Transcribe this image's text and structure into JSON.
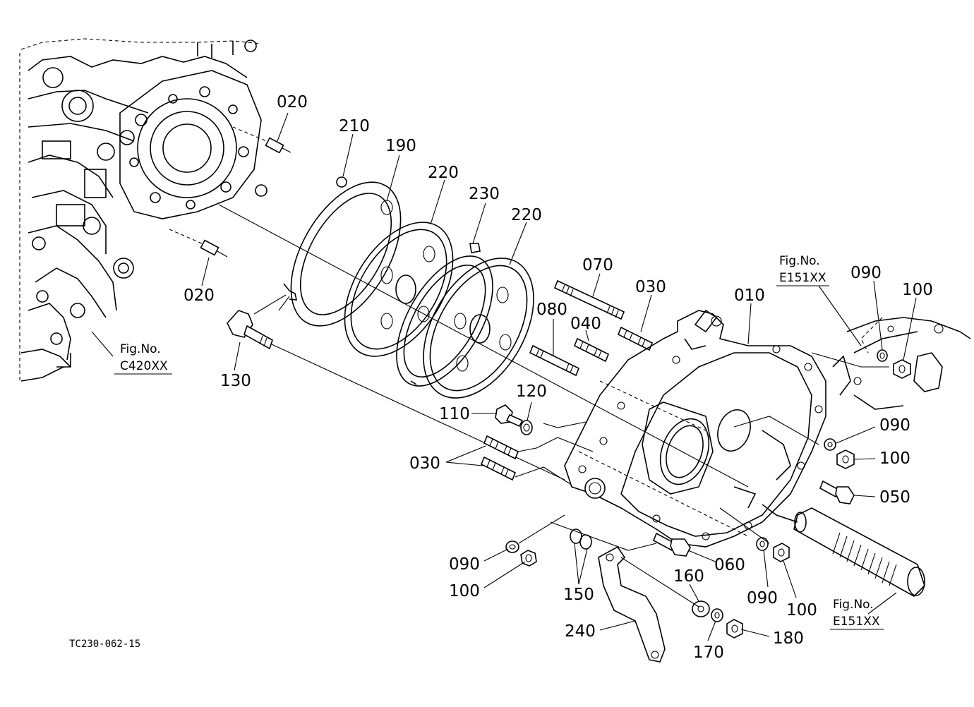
{
  "diagram": {
    "drawing_code": "TC230-062-15",
    "part_labels": {
      "p010": "010",
      "p020a": "020",
      "p020b": "020",
      "p030a": "030",
      "p030b": "030",
      "p040": "040",
      "p050": "050",
      "p060": "060",
      "p070": "070",
      "p080": "080",
      "p090a": "090",
      "p090b": "090",
      "p090c": "090",
      "p090d": "090",
      "p100a": "100",
      "p100b": "100",
      "p100c": "100",
      "p100d": "100",
      "p110": "110",
      "p120": "120",
      "p130": "130",
      "p150": "150",
      "p160": "160",
      "p170": "170",
      "p180": "180",
      "p190": "190",
      "p210": "210",
      "p220a": "220",
      "p220b": "220",
      "p230": "230",
      "p240": "240"
    },
    "figure_refs": {
      "c420": {
        "line1": "Fig.No.",
        "line2": "C420XX"
      },
      "e151_top": {
        "line1": "Fig.No.",
        "line2": "E151XX"
      },
      "e151_bottom": {
        "line1": "Fig.No.",
        "line2": "E151XX"
      }
    }
  }
}
